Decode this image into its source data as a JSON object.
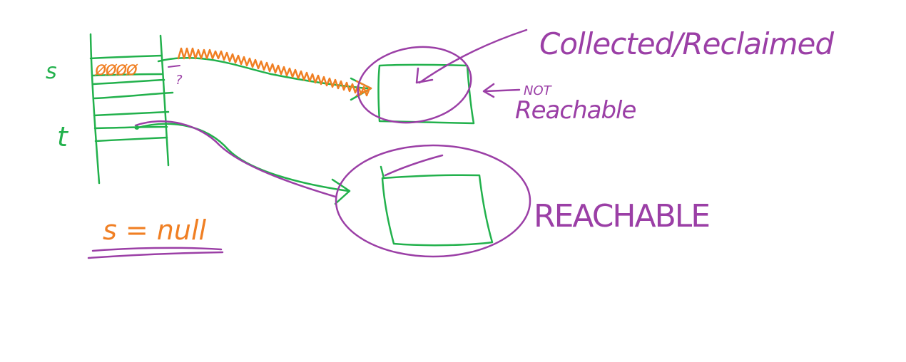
{
  "colors": {
    "green": "#22b14c",
    "orange": "#f07f23",
    "purple": "#9b3fa6",
    "background": "#ffffff"
  },
  "stack": {
    "label_s": "s",
    "label_t": "t",
    "s_cell_scribble": "øøøø",
    "question_mark": "?"
  },
  "objects": {
    "upper_label_top": "Collected/Reclaimed",
    "upper_label_not": "NOT",
    "upper_label_reachable": "Reachable",
    "lower_label": "REACHABLE"
  },
  "statement": {
    "text": "s = null"
  }
}
